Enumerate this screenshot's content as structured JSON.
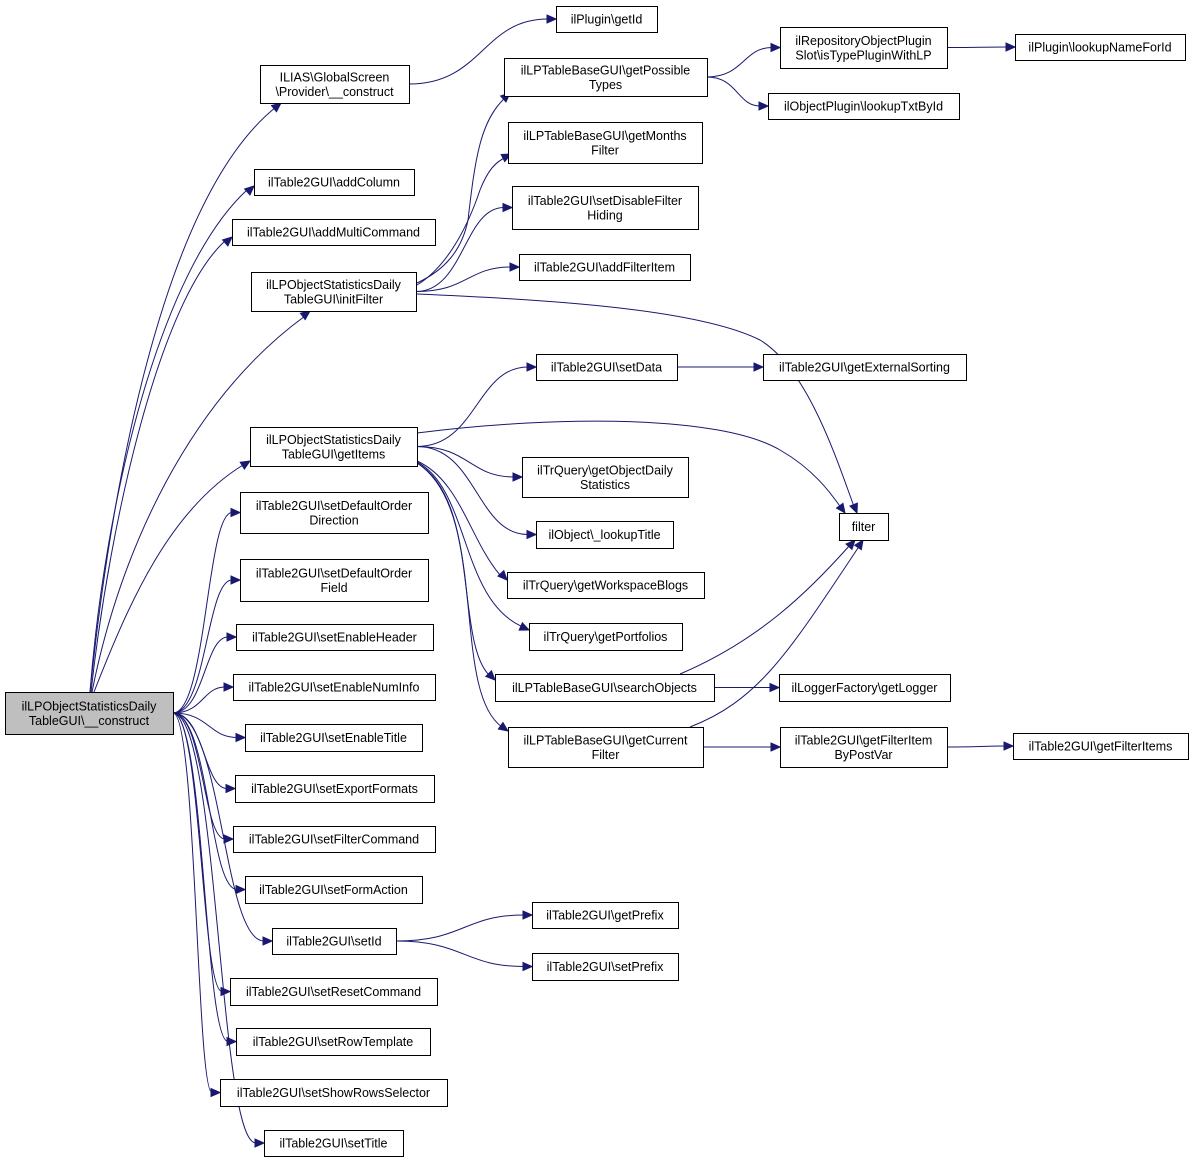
{
  "diagram": {
    "type": "call-graph",
    "colors": {
      "edge": "#191970",
      "root_fill": "#bfbfbf",
      "node_fill": "#ffffff",
      "node_border": "#000000"
    },
    "nodes": [
      {
        "id": "root",
        "lines": [
          "ilLPObjectStatisticsDaily",
          "TableGUI\\__construct"
        ],
        "root": true
      },
      {
        "id": "gsProvider",
        "lines": [
          "ILIAS\\GlobalScreen",
          "\\Provider\\__construct"
        ]
      },
      {
        "id": "pluginGetId",
        "lines": [
          "ilPlugin\\getId"
        ]
      },
      {
        "id": "getPossibleTypes",
        "lines": [
          "ilLPTableBaseGUI\\getPossible",
          "Types"
        ]
      },
      {
        "id": "repoSlot",
        "lines": [
          "ilRepositoryObjectPlugin",
          "Slot\\isTypePluginWithLP"
        ]
      },
      {
        "id": "lookupNameForId",
        "lines": [
          "ilPlugin\\lookupNameForId"
        ]
      },
      {
        "id": "lookupTxtById",
        "lines": [
          "ilObjectPlugin\\lookupTxtById"
        ]
      },
      {
        "id": "getMonthsFilter",
        "lines": [
          "ilLPTableBaseGUI\\getMonths",
          "Filter"
        ]
      },
      {
        "id": "setDisableFilterHiding",
        "lines": [
          "ilTable2GUI\\setDisableFilter",
          "Hiding"
        ]
      },
      {
        "id": "addFilterItem",
        "lines": [
          "ilTable2GUI\\addFilterItem"
        ]
      },
      {
        "id": "addColumn",
        "lines": [
          "ilTable2GUI\\addColumn"
        ]
      },
      {
        "id": "addMultiCommand",
        "lines": [
          "ilTable2GUI\\addMultiCommand"
        ]
      },
      {
        "id": "initFilter",
        "lines": [
          "ilLPObjectStatisticsDaily",
          "TableGUI\\initFilter"
        ]
      },
      {
        "id": "setData",
        "lines": [
          "ilTable2GUI\\setData"
        ]
      },
      {
        "id": "getExternalSorting",
        "lines": [
          "ilTable2GUI\\getExternalSorting"
        ]
      },
      {
        "id": "getItems",
        "lines": [
          "ilLPObjectStatisticsDaily",
          "TableGUI\\getItems"
        ]
      },
      {
        "id": "getObjectDailyStatistics",
        "lines": [
          "ilTrQuery\\getObjectDaily",
          "Statistics"
        ]
      },
      {
        "id": "filter",
        "lines": [
          "filter"
        ]
      },
      {
        "id": "lookupTitle",
        "lines": [
          "ilObject\\_lookupTitle"
        ]
      },
      {
        "id": "setDefaultOrderDirection",
        "lines": [
          "ilTable2GUI\\setDefaultOrder",
          "Direction"
        ]
      },
      {
        "id": "setDefaultOrderField",
        "lines": [
          "ilTable2GUI\\setDefaultOrder",
          "Field"
        ]
      },
      {
        "id": "getWorkspaceBlogs",
        "lines": [
          "ilTrQuery\\getWorkspaceBlogs"
        ]
      },
      {
        "id": "getPortfolios",
        "lines": [
          "ilTrQuery\\getPortfolios"
        ]
      },
      {
        "id": "setEnableHeader",
        "lines": [
          "ilTable2GUI\\setEnableHeader"
        ]
      },
      {
        "id": "searchObjects",
        "lines": [
          "ilLPTableBaseGUI\\searchObjects"
        ]
      },
      {
        "id": "getLogger",
        "lines": [
          "ilLoggerFactory\\getLogger"
        ]
      },
      {
        "id": "setEnableNumInfo",
        "lines": [
          "ilTable2GUI\\setEnableNumInfo"
        ]
      },
      {
        "id": "setEnableTitle",
        "lines": [
          "ilTable2GUI\\setEnableTitle"
        ]
      },
      {
        "id": "getCurrentFilter",
        "lines": [
          "ilLPTableBaseGUI\\getCurrent",
          "Filter"
        ]
      },
      {
        "id": "getFilterItemByPostVar",
        "lines": [
          "ilTable2GUI\\getFilterItem",
          "ByPostVar"
        ]
      },
      {
        "id": "getFilterItems",
        "lines": [
          "ilTable2GUI\\getFilterItems"
        ]
      },
      {
        "id": "setExportFormats",
        "lines": [
          "ilTable2GUI\\setExportFormats"
        ]
      },
      {
        "id": "setFilterCommand",
        "lines": [
          "ilTable2GUI\\setFilterCommand"
        ]
      },
      {
        "id": "setFormAction",
        "lines": [
          "ilTable2GUI\\setFormAction"
        ]
      },
      {
        "id": "getPrefix",
        "lines": [
          "ilTable2GUI\\getPrefix"
        ]
      },
      {
        "id": "setId",
        "lines": [
          "ilTable2GUI\\setId"
        ]
      },
      {
        "id": "setPrefix",
        "lines": [
          "ilTable2GUI\\setPrefix"
        ]
      },
      {
        "id": "setResetCommand",
        "lines": [
          "ilTable2GUI\\setResetCommand"
        ]
      },
      {
        "id": "setRowTemplate",
        "lines": [
          "ilTable2GUI\\setRowTemplate"
        ]
      },
      {
        "id": "setShowRowsSelector",
        "lines": [
          "ilTable2GUI\\setShowRowsSelector"
        ]
      },
      {
        "id": "setTitle",
        "lines": [
          "ilTable2GUI\\setTitle"
        ]
      }
    ],
    "edges": [
      [
        "root",
        "gsProvider"
      ],
      [
        "root",
        "addColumn"
      ],
      [
        "root",
        "addMultiCommand"
      ],
      [
        "root",
        "initFilter"
      ],
      [
        "root",
        "getItems"
      ],
      [
        "root",
        "setDefaultOrderDirection"
      ],
      [
        "root",
        "setDefaultOrderField"
      ],
      [
        "root",
        "setEnableHeader"
      ],
      [
        "root",
        "setEnableNumInfo"
      ],
      [
        "root",
        "setEnableTitle"
      ],
      [
        "root",
        "setExportFormats"
      ],
      [
        "root",
        "setFilterCommand"
      ],
      [
        "root",
        "setFormAction"
      ],
      [
        "root",
        "setId"
      ],
      [
        "root",
        "setResetCommand"
      ],
      [
        "root",
        "setRowTemplate"
      ],
      [
        "root",
        "setShowRowsSelector"
      ],
      [
        "root",
        "setTitle"
      ],
      [
        "gsProvider",
        "pluginGetId"
      ],
      [
        "getPossibleTypes",
        "repoSlot"
      ],
      [
        "getPossibleTypes",
        "lookupTxtById"
      ],
      [
        "repoSlot",
        "lookupNameForId"
      ],
      [
        "initFilter",
        "getPossibleTypes"
      ],
      [
        "initFilter",
        "getMonthsFilter"
      ],
      [
        "initFilter",
        "setDisableFilterHiding"
      ],
      [
        "initFilter",
        "addFilterItem"
      ],
      [
        "initFilter",
        "filter"
      ],
      [
        "getItems",
        "setData"
      ],
      [
        "getItems",
        "filter"
      ],
      [
        "getItems",
        "getObjectDailyStatistics"
      ],
      [
        "getItems",
        "lookupTitle"
      ],
      [
        "getItems",
        "getWorkspaceBlogs"
      ],
      [
        "getItems",
        "getPortfolios"
      ],
      [
        "getItems",
        "searchObjects"
      ],
      [
        "getItems",
        "getCurrentFilter"
      ],
      [
        "setData",
        "getExternalSorting"
      ],
      [
        "searchObjects",
        "filter"
      ],
      [
        "searchObjects",
        "getLogger"
      ],
      [
        "getCurrentFilter",
        "filter"
      ],
      [
        "getCurrentFilter",
        "getFilterItemByPostVar"
      ],
      [
        "getFilterItemByPostVar",
        "getFilterItems"
      ],
      [
        "setId",
        "getPrefix"
      ],
      [
        "setId",
        "setPrefix"
      ]
    ]
  }
}
